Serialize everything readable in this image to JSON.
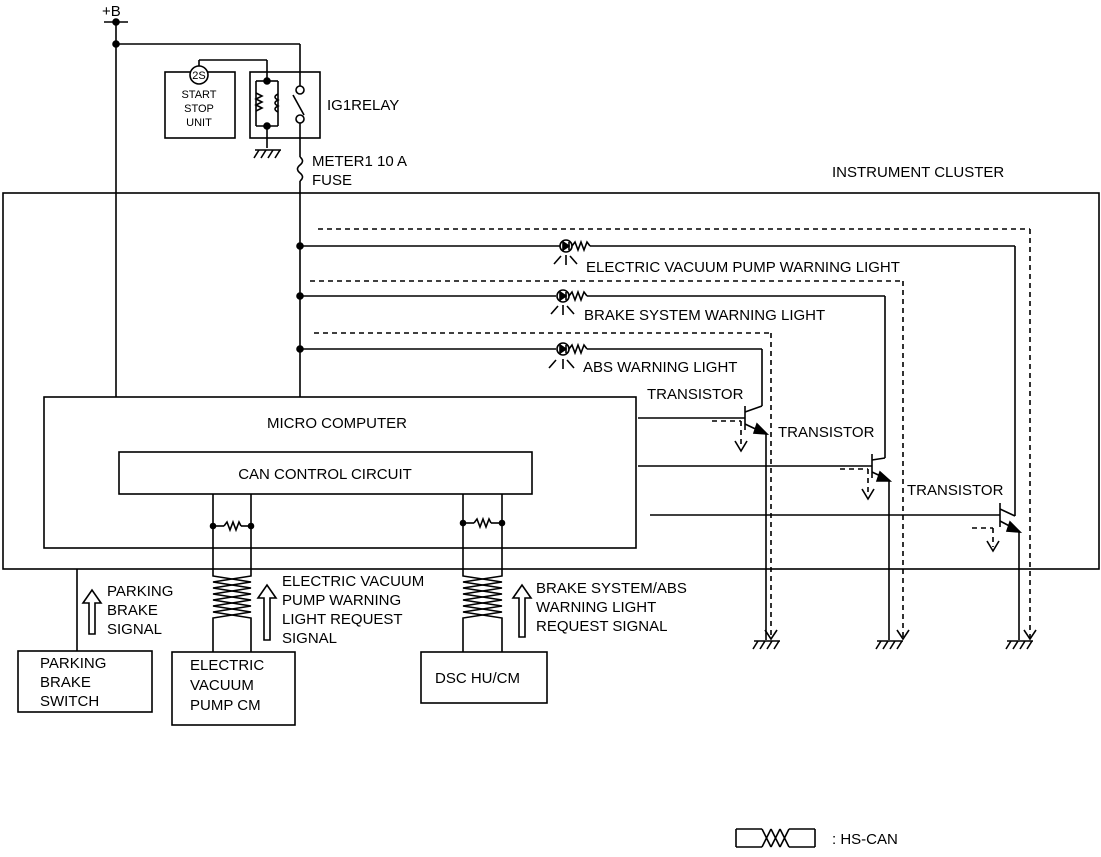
{
  "supply": {
    "plus_b": "+B"
  },
  "start_stop_unit": {
    "badge": "2S",
    "line1": "START",
    "line2": "STOP",
    "line3": "UNIT"
  },
  "ig1_relay": {
    "label": "IG1RELAY"
  },
  "fuse": {
    "line1": "METER1 10 A",
    "line2": "FUSE"
  },
  "instrument_cluster": {
    "label": "INSTRUMENT CLUSTER"
  },
  "warning_lights": [
    {
      "label": "ELECTRIC VACUUM PUMP WARNING LIGHT"
    },
    {
      "label": "BRAKE SYSTEM WARNING LIGHT"
    },
    {
      "label": "ABS WARNING LIGHT"
    }
  ],
  "transistors": [
    {
      "label": "TRANSISTOR"
    },
    {
      "label": "TRANSISTOR"
    },
    {
      "label": "TRANSISTOR"
    }
  ],
  "micro_computer": {
    "label": "MICRO COMPUTER"
  },
  "can_control_circuit": {
    "label": "CAN CONTROL CIRCUIT"
  },
  "signals": {
    "parking": [
      "PARKING",
      "BRAKE",
      "SIGNAL"
    ],
    "evp": [
      "ELECTRIC VACUUM",
      "PUMP WARNING",
      "LIGHT REQUEST",
      "SIGNAL"
    ],
    "brake_abs": [
      "BRAKE SYSTEM/ABS",
      "WARNING LIGHT",
      "REQUEST SIGNAL"
    ]
  },
  "modules": {
    "parking_brake_switch": [
      "PARKING",
      "BRAKE",
      "SWITCH"
    ],
    "evp_cm": [
      "ELECTRIC",
      "VACUUM",
      "PUMP CM"
    ],
    "dsc": [
      "DSC HU/CM"
    ]
  },
  "legend": {
    "hs_can": ": HS-CAN"
  }
}
